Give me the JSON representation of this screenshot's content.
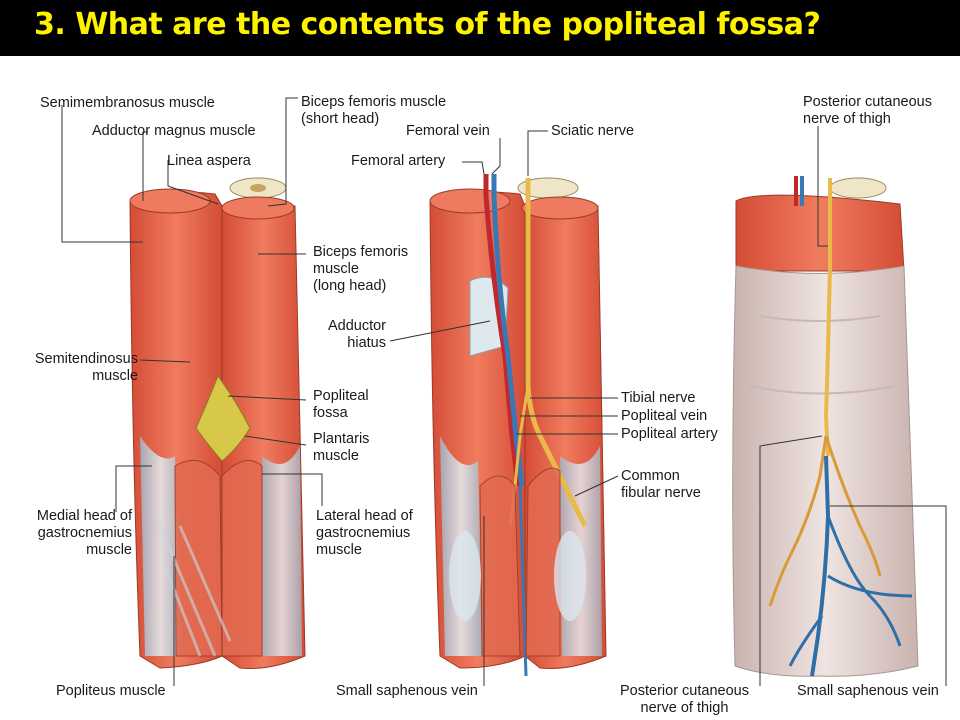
{
  "slide": {
    "title": "3. What are the contents of the popliteal fossa?"
  },
  "labels": {
    "semimembranosus": "Semimembranosus muscle",
    "adductor_magnus": "Adductor magnus muscle",
    "linea_aspera": "Linea aspera",
    "biceps_short": "Biceps femoris muscle\n(short head)",
    "biceps_long": "Biceps femoris\nmuscle\n(long head)",
    "semitendinosus": "Semitendinosus\nmuscle",
    "popliteal_fossa": "Popliteal\nfossa",
    "plantaris": "Plantaris\nmuscle",
    "medial_gastrocnemius": "Medial head of\ngastrocnemius\nmuscle",
    "lateral_gastrocnemius": "Lateral head of\ngastrocnemius\nmuscle",
    "popliteus": "Popliteus muscle",
    "femoral_vein": "Femoral vein",
    "sciatic_nerve": "Sciatic nerve",
    "femoral_artery": "Femoral artery",
    "adductor_hiatus": "Adductor\nhiatus",
    "tibial_nerve": "Tibial nerve",
    "popliteal_vein": "Popliteal vein",
    "popliteal_artery": "Popliteal artery",
    "common_fibular": "Common\nfibular nerve",
    "small_saphenous_mid": "Small saphenous vein",
    "post_cutaneous_top": "Posterior cutaneous\nnerve of thigh",
    "post_cutaneous_bottom": "Posterior cutaneous\nnerve of thigh",
    "small_saphenous_right": "Small saphenous vein"
  },
  "colors": {
    "title_bg": "#000000",
    "title_text": "#fff200",
    "muscle": "#e2614a",
    "muscle_light": "#f08a6e",
    "tendon": "#c9d6e0",
    "fossa_fat": "#d8c84a",
    "artery": "#c0282d",
    "vein": "#3a78b5",
    "nerve": "#e9b94a",
    "skin_fascia": "#d9cfcd"
  }
}
